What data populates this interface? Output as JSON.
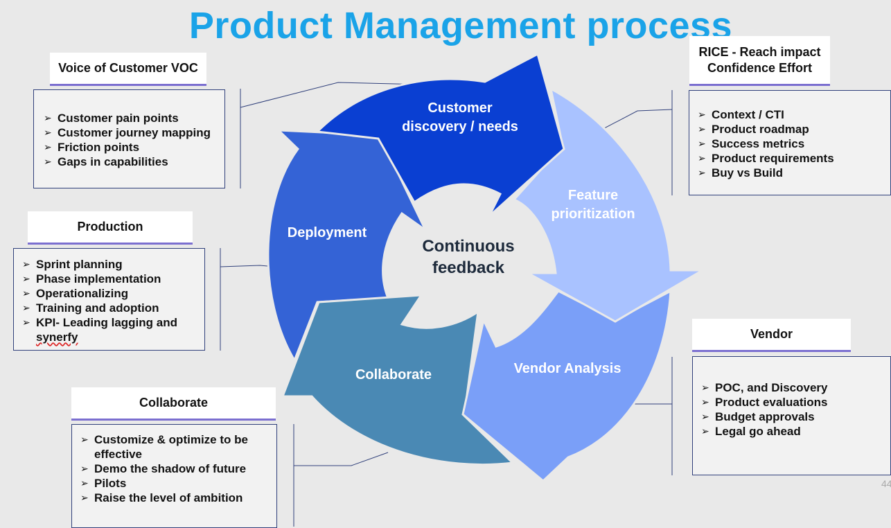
{
  "title": "Product Management process",
  "center": {
    "line1": "Continuous",
    "line2": "feedback"
  },
  "segments": {
    "discovery": {
      "line1": "Customer",
      "line2": "discovery / needs"
    },
    "prioritization": {
      "line1": "Feature",
      "line2": "prioritization"
    },
    "vendor_analysis": {
      "label": "Vendor Analysis"
    },
    "collaborate": {
      "label": "Collaborate"
    },
    "deployment": {
      "label": "Deployment"
    }
  },
  "voc": {
    "header": "Voice of Customer VOC",
    "items": [
      "Customer pain points",
      "Customer journey mapping",
      "Friction points",
      "Gaps in capabilities"
    ]
  },
  "rice": {
    "header_line1": "RICE - Reach impact",
    "header_line2": "Confidence Effort",
    "items": [
      "Context / CTI",
      "Product roadmap",
      "Success metrics",
      "Product requirements",
      "Buy vs Build"
    ]
  },
  "production": {
    "header": "Production",
    "items": [
      "Sprint planning",
      "Phase implementation",
      "Operationalizing",
      "Training and adoption"
    ],
    "last_item_line1": "KPI- Leading lagging and",
    "last_item_line2": "synerfy"
  },
  "vendor": {
    "header": "Vendor",
    "items": [
      "POC, and Discovery",
      "Product evaluations",
      "Budget approvals",
      "Legal go ahead"
    ]
  },
  "collaborate": {
    "header": "Collaborate",
    "first_item_line1": "Customize & optimize to be",
    "first_item_line2": "effective",
    "items": [
      "Demo the shadow of future",
      "Pilots",
      "Raise the level of ambition"
    ]
  },
  "page_number": "44",
  "colors": {
    "title": "#1aa3e8",
    "discovery": "#0a3fd2",
    "prioritization": "#a9c2ff",
    "vendor_analysis": "#7a9ff8",
    "collaborate": "#4a89b4",
    "deployment": "#3463d6",
    "header_underline": "#7b6fd0"
  }
}
